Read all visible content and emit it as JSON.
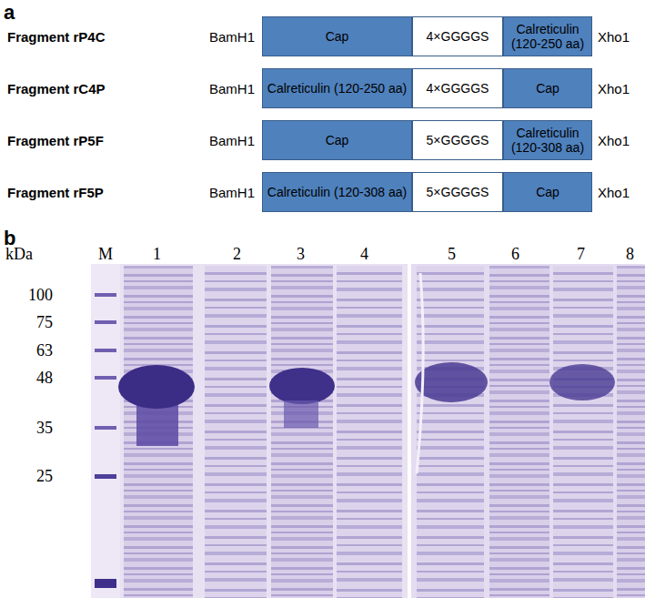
{
  "diagram": {
    "nodes": [
      {
        "text": [
          "Cap"
        ]
      },
      {
        "text": [
          "4×GGGGS"
        ]
      },
      {
        "text": [
          "Calreticulin (120-250 aa)"
        ]
      },
      {
        "text": [
          "Calreticulin (120-250 aa)"
        ]
      },
      {
        "text": [
          "4×GGGGS"
        ]
      },
      {
        "text": [
          "Cap"
        ]
      },
      {
        "text": [
          "Cap"
        ]
      },
      {
        "text": [
          "5×GGGGS"
        ]
      },
      {
        "text": [
          "Calreticulin (120-308 aa)"
        ]
      },
      {
        "text": [
          "Calreticulin (120-308 aa)"
        ]
      },
      {
        "text": [
          "5×GGGGS"
        ]
      },
      {
        "text": [
          "Cap"
        ]
      }
    ],
    "labels": [
      "a",
      "Fragment rP4C",
      "BamH1",
      "Xho1",
      "Fragment rC4P",
      "BamH1",
      "Xho1",
      "Fragment rP5F",
      "BamH1",
      "Xho1",
      "Fragment rF5P",
      "BamH1",
      "Xho1",
      "b",
      "kDa",
      "M",
      "1",
      "2",
      "3",
      "4",
      "5",
      "6",
      "7",
      "8",
      "100",
      "75",
      "63",
      "48",
      "35",
      "25"
    ]
  }
}
